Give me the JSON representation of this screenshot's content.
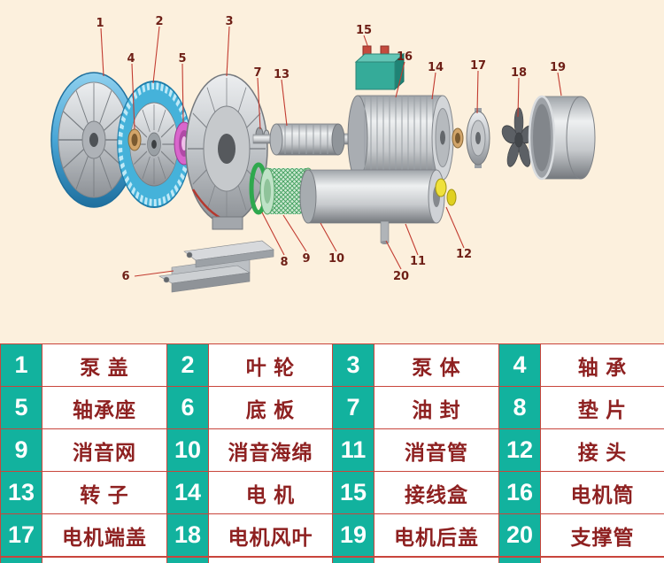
{
  "page": {
    "background_color": "#fcf0dd"
  },
  "diagram": {
    "callouts": {
      "c1": "1",
      "c2": "2",
      "c3": "3",
      "c4": "4",
      "c5": "5",
      "c6": "6",
      "c7": "7",
      "c8": "8",
      "c9": "9",
      "c10": "10",
      "c11": "11",
      "c12": "12",
      "c13": "13",
      "c14": "14",
      "c15": "15",
      "c16": "16",
      "c17": "17",
      "c18": "18",
      "c19": "19",
      "c20": "20"
    }
  },
  "table": {
    "colors": {
      "number_bg": "#12b29e",
      "number_text": "#ffffff",
      "name_text": "#8e2121",
      "border": "#c9453c"
    },
    "rows": [
      [
        {
          "num": "1",
          "name": "泵 盖"
        },
        {
          "num": "2",
          "name": "叶 轮"
        },
        {
          "num": "3",
          "name": "泵 体"
        },
        {
          "num": "4",
          "name": "轴 承"
        }
      ],
      [
        {
          "num": "5",
          "name": "轴承座"
        },
        {
          "num": "6",
          "name": "底 板"
        },
        {
          "num": "7",
          "name": "油 封"
        },
        {
          "num": "8",
          "name": "垫 片"
        }
      ],
      [
        {
          "num": "9",
          "name": "消音网"
        },
        {
          "num": "10",
          "name": "消音海绵"
        },
        {
          "num": "11",
          "name": "消音管"
        },
        {
          "num": "12",
          "name": "接 头"
        }
      ],
      [
        {
          "num": "13",
          "name": "转 子"
        },
        {
          "num": "14",
          "name": "电 机"
        },
        {
          "num": "15",
          "name": "接线盒"
        },
        {
          "num": "16",
          "name": "电机筒"
        }
      ],
      [
        {
          "num": "17",
          "name": "电机端盖"
        },
        {
          "num": "18",
          "name": "电机风叶"
        },
        {
          "num": "19",
          "name": "电机后盖"
        },
        {
          "num": "20",
          "name": "支撑管"
        }
      ]
    ]
  }
}
